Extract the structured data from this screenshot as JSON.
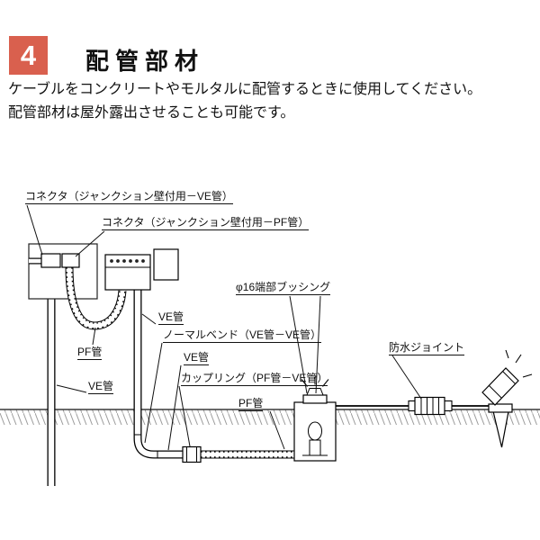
{
  "header": {
    "number": "4",
    "title": "配管部材",
    "accent_color": "#d9604e"
  },
  "description": {
    "line1": "ケーブルをコンクリートやモルタルに配管するときに使用してください。",
    "line2": "配管部材は屋外露出させることも可能です。"
  },
  "diagram": {
    "labels": {
      "connector_ve": "コネクタ（ジャンクション壁付用－VE管）",
      "connector_pf": "コネクタ（ジャンクション壁付用－PF管）",
      "ve_pipe_upper": "VE管",
      "normal_bend": "ノーマルベンド（VE管－VE管）",
      "ve_pipe_lower": "VE管",
      "coupling": "カップリング（PF管－VE管）",
      "pf_pipe_left": "PF管",
      "ve_pipe_left": "VE管",
      "end_bushing": "φ16端部ブッシング",
      "pf_pipe_bottom": "PF管",
      "waterproof_joint": "防水ジョイント"
    }
  }
}
